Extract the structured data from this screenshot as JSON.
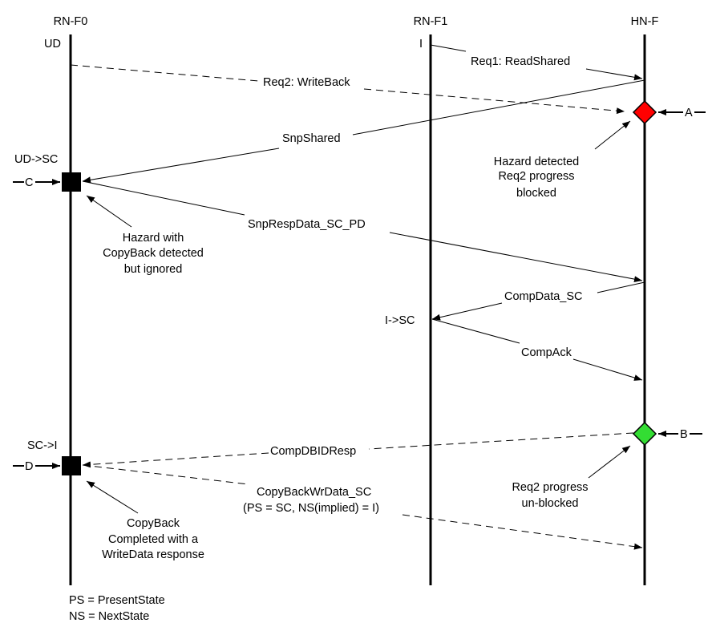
{
  "lifelines": {
    "rnf0": "RN-F0",
    "rnf1": "RN-F1",
    "hnf": "HN-F"
  },
  "states": {
    "rnf0_initial": "UD",
    "rnf1_initial": "I",
    "rnf0_after_snoop": "UD->SC",
    "rnf1_after_comp": "I->SC",
    "rnf0_final": "SC->I"
  },
  "messages": {
    "req1": "Req1: ReadShared",
    "req2": "Req2: WriteBack",
    "snp_shared": "SnpShared",
    "snp_resp": "SnpRespData_SC_PD",
    "comp_data": "CompData_SC",
    "comp_ack": "CompAck",
    "comp_dbid": "CompDBIDResp",
    "copyback_line1": "CopyBackWrData_SC",
    "copyback_line2": "(PS = SC, NS(implied) = I)"
  },
  "events": {
    "a": "A",
    "b": "B",
    "c": "C",
    "d": "D"
  },
  "notes": {
    "hazard_hn_line1": "Hazard detected",
    "hazard_hn_line2": "Req2 progress",
    "hazard_hn_line3": "blocked",
    "hazard_rn_line1": "Hazard with",
    "hazard_rn_line2": "CopyBack detected",
    "hazard_rn_line3": "but ignored",
    "unblocked_line1": "Req2 progress",
    "unblocked_line2": "un-blocked",
    "copyback_done_line1": "CopyBack",
    "copyback_done_line2": "Completed with a",
    "copyback_done_line3": "WriteData response"
  },
  "legend": {
    "ps": "PS = PresentState",
    "ns": "NS = NextState"
  },
  "colors": {
    "hazard_blocked": "#ff0000",
    "hazard_unblocked": "#33dd33",
    "event_marker": "#000000"
  }
}
